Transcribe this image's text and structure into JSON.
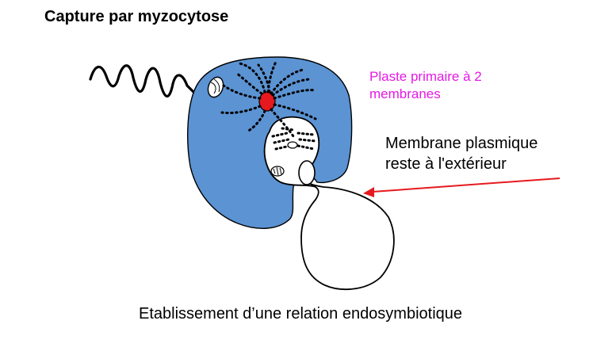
{
  "title": "Capture par myzocytose",
  "labels": {
    "plaste_line1": "Plaste primaire à 2",
    "plaste_line2": "membranes",
    "membrane_line1": "Membrane plasmique",
    "membrane_line2": "reste à l'extérieur"
  },
  "caption": "Etablissement d’une relation endosymbiotique",
  "colors": {
    "cell_fill": "#5b93d3",
    "nucleus": "#e6191e",
    "arrow": "#e6191e",
    "plaste_label": "#e619e6"
  }
}
